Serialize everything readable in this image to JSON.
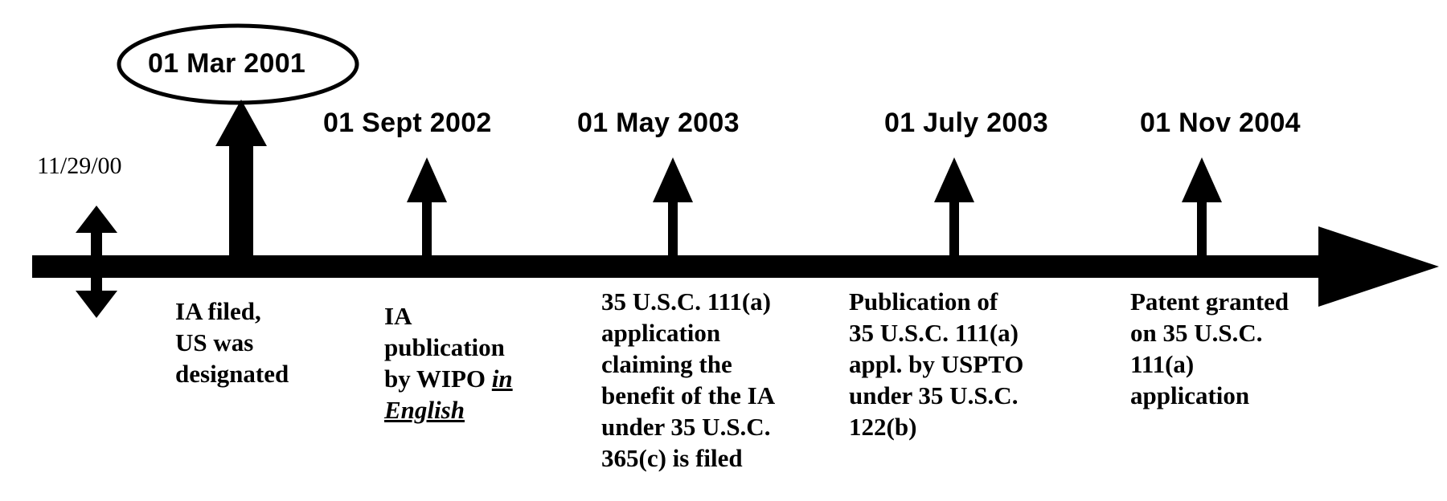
{
  "timeline": {
    "start_date": "11/29/00",
    "events": [
      {
        "date": "01 Mar 2001",
        "highlighted": true,
        "lines": [
          {
            "text": "IA filed,"
          },
          {
            "text": "US was"
          },
          {
            "text": "designated"
          }
        ]
      },
      {
        "date": "01 Sept 2002",
        "lines": [
          {
            "text": "IA"
          },
          {
            "text": "publication"
          },
          {
            "text": "by WIPO ",
            "em": "in"
          },
          {
            "em": "English"
          }
        ]
      },
      {
        "date": "01 May 2003",
        "lines": [
          {
            "text": "35 U.S.C.  111(a)"
          },
          {
            "text": "application"
          },
          {
            "text": "claiming the"
          },
          {
            "text": "benefit of the IA"
          },
          {
            "text": "under 35 U.S.C."
          },
          {
            "text": "365(c) is filed"
          }
        ]
      },
      {
        "date": "01 July 2003",
        "lines": [
          {
            "text": "Publication of"
          },
          {
            "text": "35 U.S.C.  111(a)"
          },
          {
            "text": "appl. by USPTO"
          },
          {
            "text": "under 35 U.S.C."
          },
          {
            "text": "122(b)"
          }
        ]
      },
      {
        "date": "01 Nov 2004",
        "lines": [
          {
            "text": "Patent granted"
          },
          {
            "text": "on 35 U.S.C."
          },
          {
            "text": "111(a)"
          },
          {
            "text": "application"
          }
        ]
      }
    ]
  },
  "colors": {
    "ink": "#000000",
    "background": "#ffffff"
  }
}
